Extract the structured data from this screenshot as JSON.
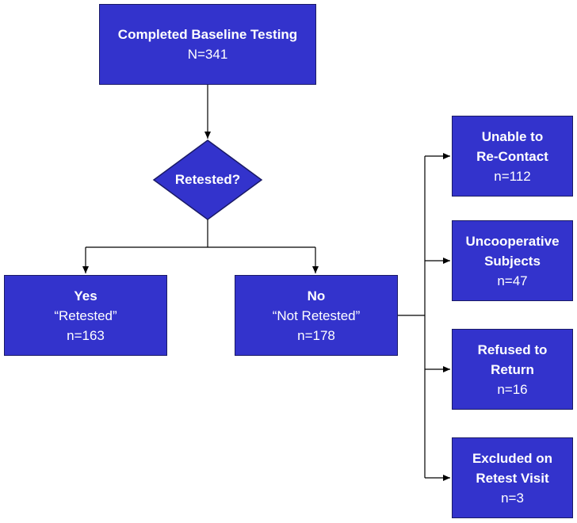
{
  "baseline": {
    "title": "Completed Baseline Testing",
    "count": "N=341"
  },
  "decision": {
    "label": "Retested?"
  },
  "yes": {
    "title": "Yes",
    "subtitle": "“Retested”",
    "count": "n=163"
  },
  "no": {
    "title": "No",
    "subtitle": "“Not Retested”",
    "count": "n=178"
  },
  "reasons": [
    {
      "line1": "Unable to",
      "line2": "Re-Contact",
      "count": "n=112"
    },
    {
      "line1": "Uncooperative",
      "line2": "Subjects",
      "count": "n=47"
    },
    {
      "line1": "Refused to",
      "line2": "Return",
      "count": "n=16"
    },
    {
      "line1": "Excluded on",
      "line2": "Retest Visit",
      "count": "n=3"
    }
  ],
  "colors": {
    "box_fill": "#3333cc",
    "box_border": "#1a1a66",
    "text": "#ffffff",
    "connector": "#000000"
  }
}
